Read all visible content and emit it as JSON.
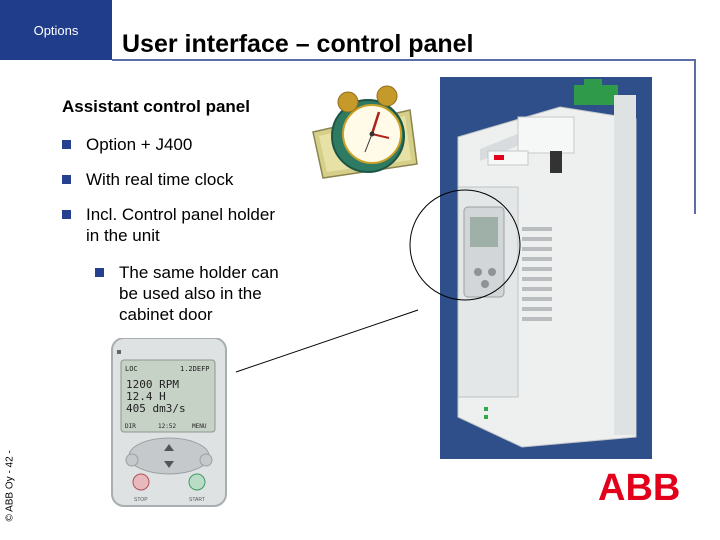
{
  "header": {
    "tab_label": "Options",
    "title": "User interface – control panel"
  },
  "content": {
    "subtitle": "Assistant control panel",
    "bullets": [
      "Option + J400",
      "With real time clock",
      "Incl. Control panel holder",
      "in the unit"
    ],
    "sub_bullet": [
      "The same holder can",
      "be used also in the",
      "cabinet door"
    ]
  },
  "panel_display": {
    "top_left": "LOC",
    "top_right": "1.2DEFP",
    "line1": "1200 RPM",
    "line2": "12.4 H",
    "line3": "405 dm3/s",
    "bottom_left": "DIR",
    "bottom_mid": "12:52",
    "bottom_right": "MENU",
    "stop_label": "STOP",
    "start_label": "START"
  },
  "footer": {
    "copyright": "© ABB Oy - 42 -",
    "logo_text": "ABB"
  },
  "colors": {
    "brand_blue": "#1f3d8a",
    "abb_red": "#e2001a",
    "drive_bg": "#2f4f8a"
  }
}
